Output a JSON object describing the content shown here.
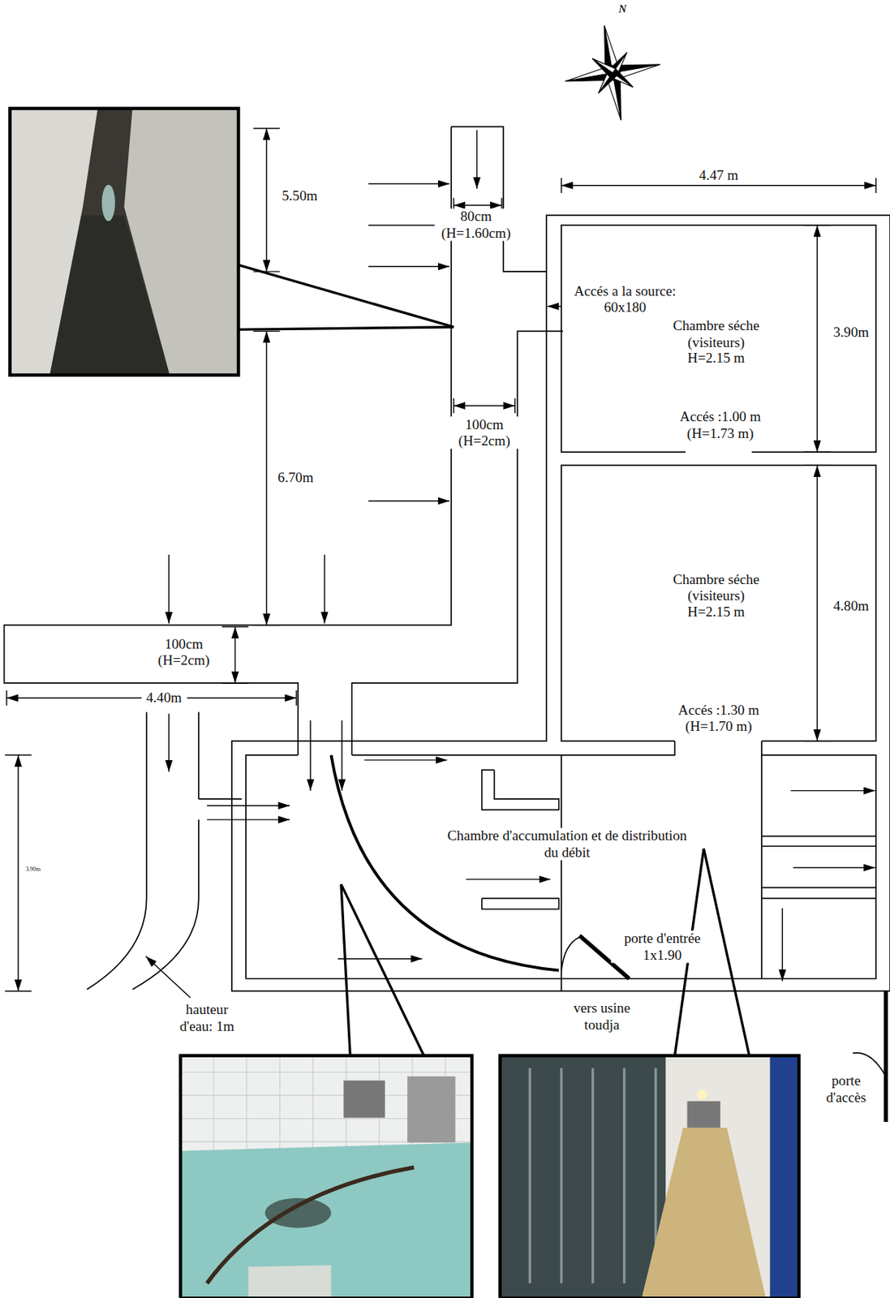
{
  "diagram": {
    "nodes": [
      {
        "text": [
          "Chambre séche (visiteurs) H=2.15 m"
        ]
      },
      {
        "text": [
          "Chambre séche (visiteurs) H=2.15 m"
        ]
      },
      {
        "text": [
          "Chambre d'accumulation et de distribution du débit"
        ]
      }
    ],
    "labels": [
      "N",
      "5.50m",
      "80cm (H=1.60cm)",
      "Accés a la source: 60x180",
      "4.47 m",
      "3.90m",
      "100cm (H=2cm)",
      "6.70m",
      "Accés :1.00 m (H=1.73 m)",
      "4.80m",
      "100cm (H=2cm)",
      "4.40m",
      "Accés :1.30 m (H=1.70 m)",
      "3.90m",
      "porte d'entrée 1x1.90",
      "vers usine toudja",
      "hauteur d'eau: 1m",
      "porte d'accès"
    ]
  }
}
